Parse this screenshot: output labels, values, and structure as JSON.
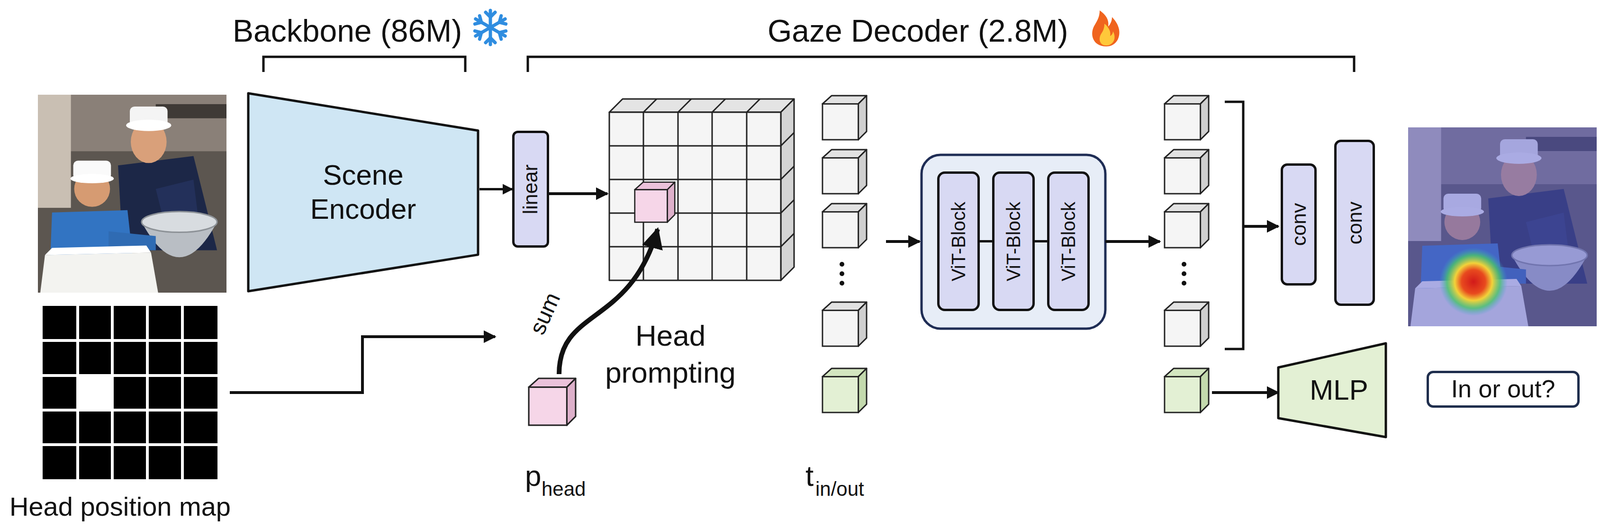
{
  "diagram": {
    "nodes": [
      {
        "text": [
          "Scene Encoder"
        ]
      },
      {
        "text": [
          "linear"
        ]
      },
      {
        "text": [
          "ViT-Block"
        ]
      },
      {
        "text": [
          "ViT-Block"
        ]
      },
      {
        "text": [
          "ViT-Block"
        ]
      },
      {
        "text": [
          "conv"
        ]
      },
      {
        "text": [
          "conv"
        ]
      },
      {
        "text": [
          "MLP"
        ]
      },
      {
        "text": [
          "In or out?"
        ]
      }
    ],
    "edges": [
      {
        "from": 0,
        "to": 1,
        "arrow": "to"
      },
      {
        "from": 2,
        "to": 3,
        "arrow": "none"
      },
      {
        "from": 3,
        "to": 4,
        "arrow": "none"
      }
    ],
    "labels": [
      "Backbone (86M)",
      "Gaze Decoder (2.8M)",
      "Head position map",
      "sum",
      "Head prompting",
      "p",
      "head",
      "t",
      "in/out"
    ]
  }
}
